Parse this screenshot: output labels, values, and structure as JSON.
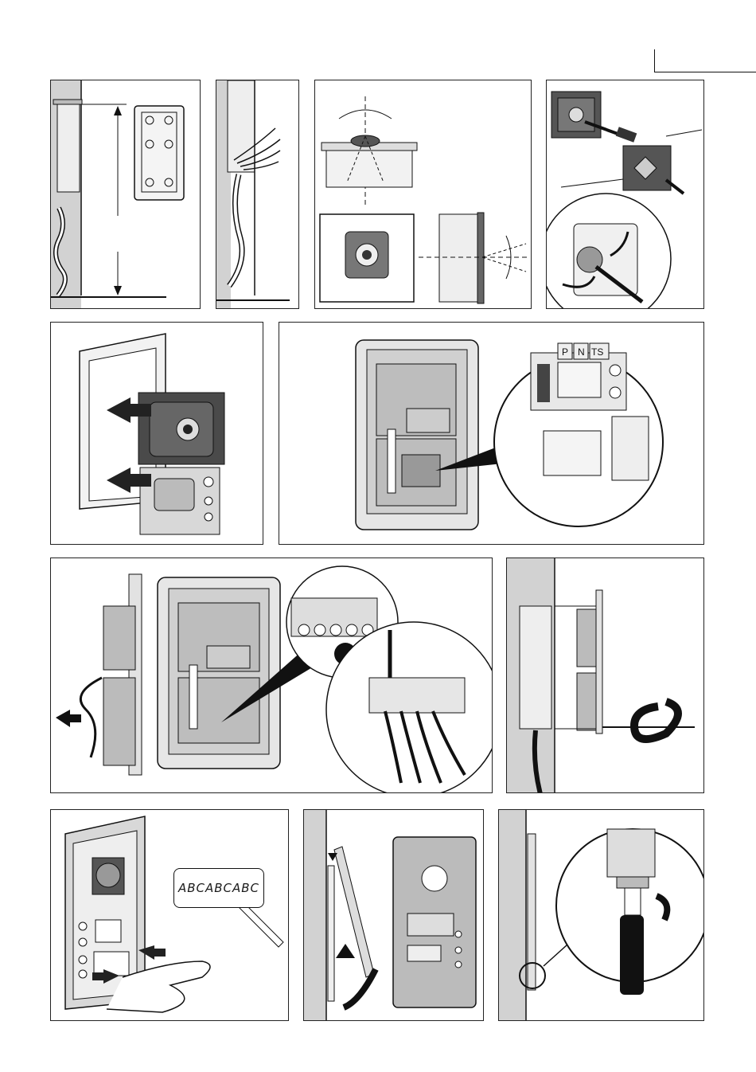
{
  "terminals": {
    "p": "P",
    "n": "N",
    "ts": "TS"
  },
  "label_text": "ABCABCABC",
  "colors": {
    "line": "#1a1a1a",
    "wall": "#c8c8c8",
    "dark": "#3a3a3a",
    "mid": "#8a8a8a",
    "light": "#e4e4e4"
  },
  "icons": [
    "screwdriver-icon",
    "rotate-arrow-icon",
    "push-arrow-icon",
    "pencil-icon",
    "hand-icon"
  ]
}
